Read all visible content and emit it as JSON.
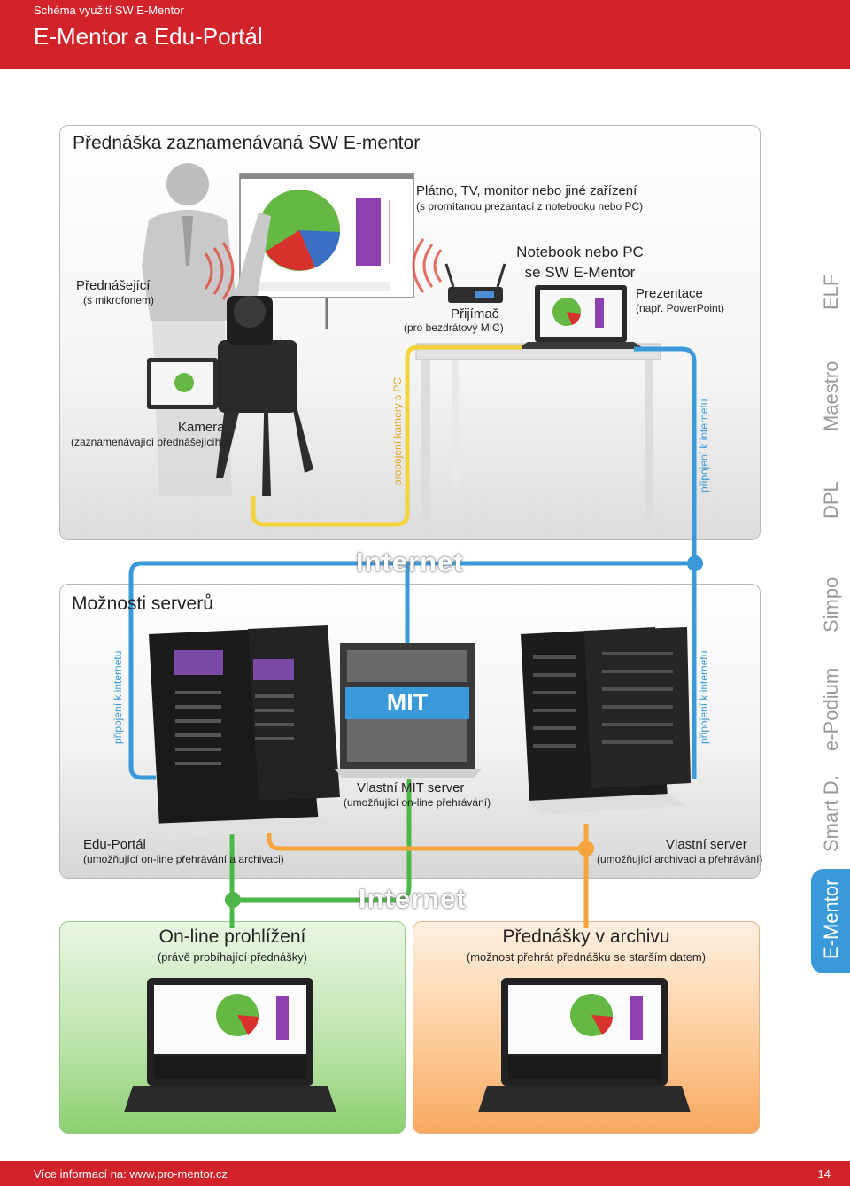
{
  "header": {
    "subtitle": "Schéma využití SW E-Mentor",
    "title": "E-Mentor a Edu-Portál"
  },
  "footer": {
    "info": "Více informací na: www.pro-mentor.cz",
    "page": "14"
  },
  "lecture": {
    "title": "Přednáška zaznamenávaná SW E-mentor",
    "screen_label": "Plátno, TV, monitor nebo jiné zařízení",
    "screen_sub": "(s promítanou prezantací z notebooku nebo PC)",
    "lecturer_label": "Přednášející",
    "lecturer_sub": "(s mikrofonem)",
    "notebook_line1": "Notebook nebo PC",
    "notebook_line2": "se SW E-Mentor",
    "presentation_label": "Prezentace",
    "presentation_sub": "(např. PowerPoint)",
    "receiver_label": "Přijímač",
    "receiver_sub": "(pro bezdrátový MIC)",
    "camera_label": "Kamera",
    "camera_sub": "(zaznamenávající přednášejícího)",
    "camera_connection": "propojení kamery s PC",
    "internet_connection": "připojení k internetu"
  },
  "internet_label": "Internet",
  "servers": {
    "title": "Možnosti serverů",
    "left_connection": "připojení k internetu",
    "right_connection": "připojení k internetu",
    "mit_logo": "MIT",
    "mit_label": "Vlastní MIT server",
    "mit_sub": "(umožňující on-line přehrávání)",
    "edu_label": "Edu-Portál",
    "edu_sub": "(umožňující on-line přehrávání a archivaci)",
    "own_label": "Vlastní server",
    "own_sub": "(umožňující archivaci a přehrávání)"
  },
  "online": {
    "title": "On-line prohlížení",
    "sub": "(právě probíhající přednášky)"
  },
  "archive": {
    "title": "Přednášky v archivu",
    "sub": "(možnost přehrát přednášku se starším datem)"
  },
  "brands": [
    "ELF",
    "Maestro",
    "DPL",
    "Simpo",
    "e-Podium",
    "Smart D."
  ],
  "active_brand": "E-Mentor",
  "colors": {
    "red": "#d2232a",
    "blue": "#3a9ad9",
    "yellow": "#f3d33a",
    "green": "#4cb648",
    "orange": "#f4a53d"
  }
}
